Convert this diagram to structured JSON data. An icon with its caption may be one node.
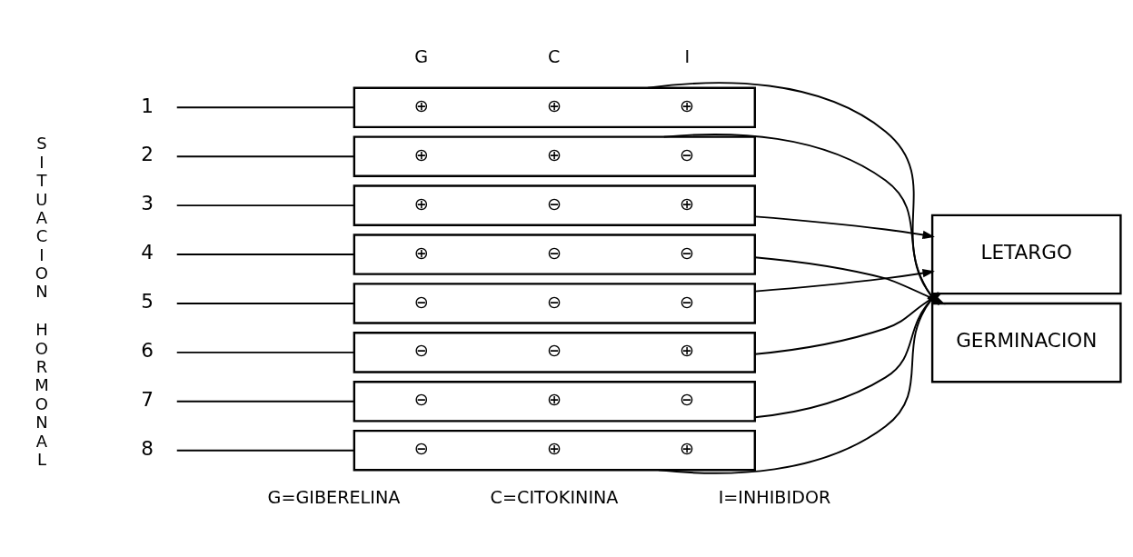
{
  "diagram": {
    "nodes": [
      {
        "text": [
          "1"
        ]
      },
      {
        "text": [
          "⊕",
          "⊕",
          "⊕"
        ]
      },
      {
        "text": [
          "2"
        ]
      },
      {
        "text": [
          "⊕",
          "⊕",
          "⊖"
        ]
      },
      {
        "text": [
          "3"
        ]
      },
      {
        "text": [
          "⊕",
          "⊖",
          "⊕"
        ]
      },
      {
        "text": [
          "4"
        ]
      },
      {
        "text": [
          "⊕",
          "⊖",
          "⊖"
        ]
      },
      {
        "text": [
          "5"
        ]
      },
      {
        "text": [
          "⊖",
          "⊖",
          "⊖"
        ]
      },
      {
        "text": [
          "6"
        ]
      },
      {
        "text": [
          "⊖",
          "⊖",
          "⊕"
        ]
      },
      {
        "text": [
          "7"
        ]
      },
      {
        "text": [
          "⊖",
          "⊕",
          "⊖"
        ]
      },
      {
        "text": [
          "8"
        ]
      },
      {
        "text": [
          "⊖",
          "⊕",
          "⊕"
        ]
      },
      {
        "text": [
          "LETARGO"
        ]
      },
      {
        "text": [
          "GERMINACION"
        ]
      }
    ],
    "edges": [
      {
        "from": 0,
        "to": 1,
        "arrow": "none"
      },
      {
        "from": 2,
        "to": 3,
        "arrow": "none"
      },
      {
        "from": 4,
        "to": 5,
        "arrow": "none"
      },
      {
        "from": 6,
        "to": 7,
        "arrow": "none"
      },
      {
        "from": 8,
        "to": 9,
        "arrow": "none"
      },
      {
        "from": 10,
        "to": 11,
        "arrow": "none"
      },
      {
        "from": 12,
        "to": 13,
        "arrow": "none"
      },
      {
        "from": 14,
        "to": 15,
        "arrow": "none"
      },
      {
        "from": 1,
        "to": 17,
        "arrow": "to"
      },
      {
        "from": 3,
        "to": 17,
        "arrow": "to"
      },
      {
        "from": 5,
        "to": 16,
        "arrow": "to"
      },
      {
        "from": 7,
        "to": 17,
        "arrow": "to"
      },
      {
        "from": 9,
        "to": 16,
        "arrow": "to"
      },
      {
        "from": 11,
        "to": 16,
        "arrow": "to"
      },
      {
        "from": 13,
        "to": 16,
        "arrow": "to"
      },
      {
        "from": 15,
        "to": 16,
        "arrow": "to"
      }
    ],
    "labels": [
      "SITUACION",
      "HORMONAL",
      "G",
      "C",
      "I",
      "G=GIBERELINA",
      "C=CITOKININA",
      "I=INHIBIDOR"
    ]
  }
}
